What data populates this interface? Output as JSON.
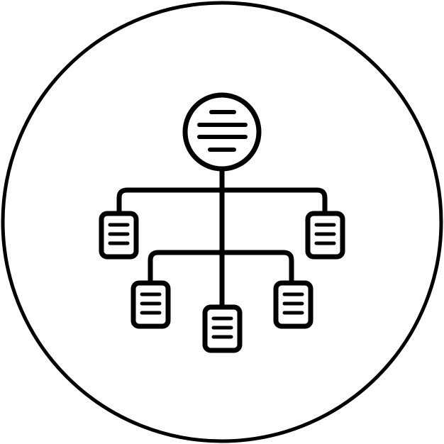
{
  "icon": {
    "name": "hierarchy-structure-icon",
    "stroke_color": "#000000",
    "background_color": "#ffffff",
    "root_node": "document-circle",
    "child_nodes": 5,
    "node_type": "document"
  }
}
